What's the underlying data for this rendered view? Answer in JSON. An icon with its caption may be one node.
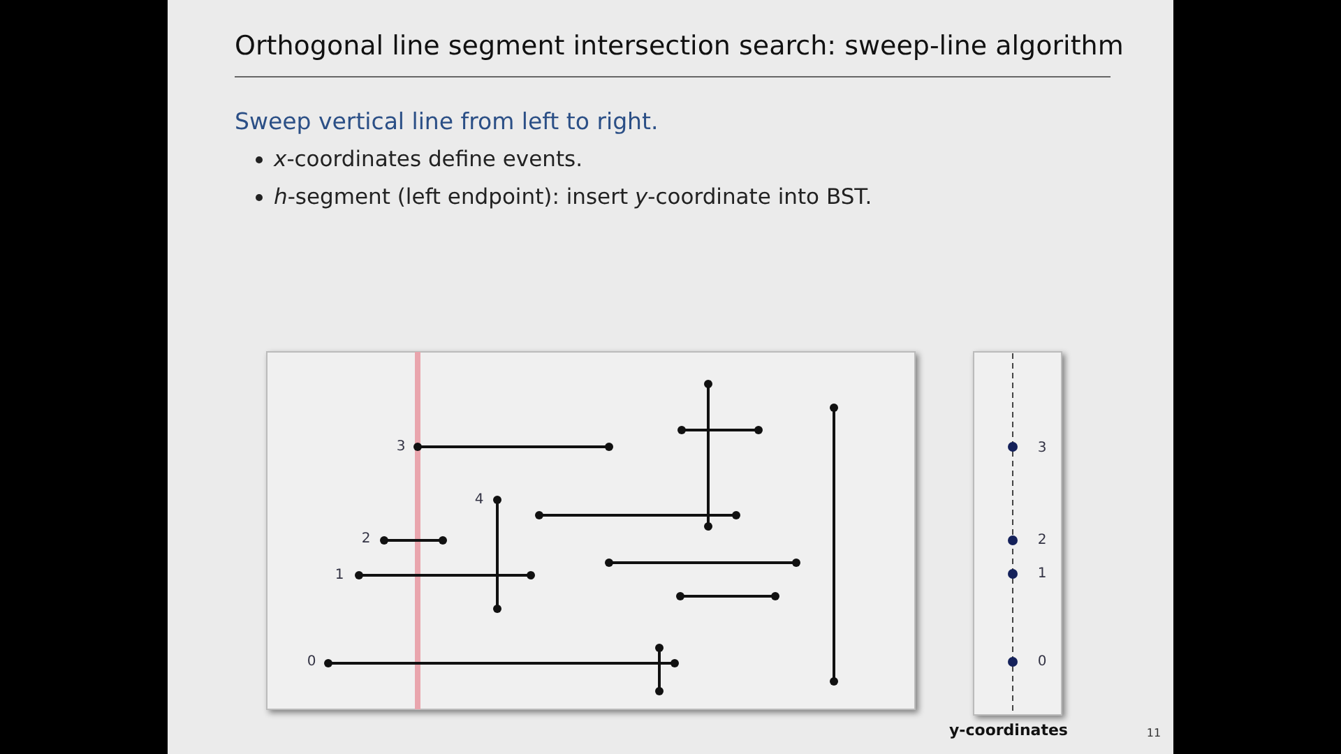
{
  "diagram": {
    "title": "Orthogonal line segment intersection search:  sweep-line algorithm",
    "labels": [
      "Sweep vertical line from left to right.",
      "*x*-coordinates define events.",
      "*h*-segment (left endpoint):  insert *y*-coordinate into BST.",
      "3",
      "4",
      "2",
      "1",
      "0",
      "3",
      "2",
      "1",
      "0",
      "y-coordinates",
      "11"
    ]
  }
}
